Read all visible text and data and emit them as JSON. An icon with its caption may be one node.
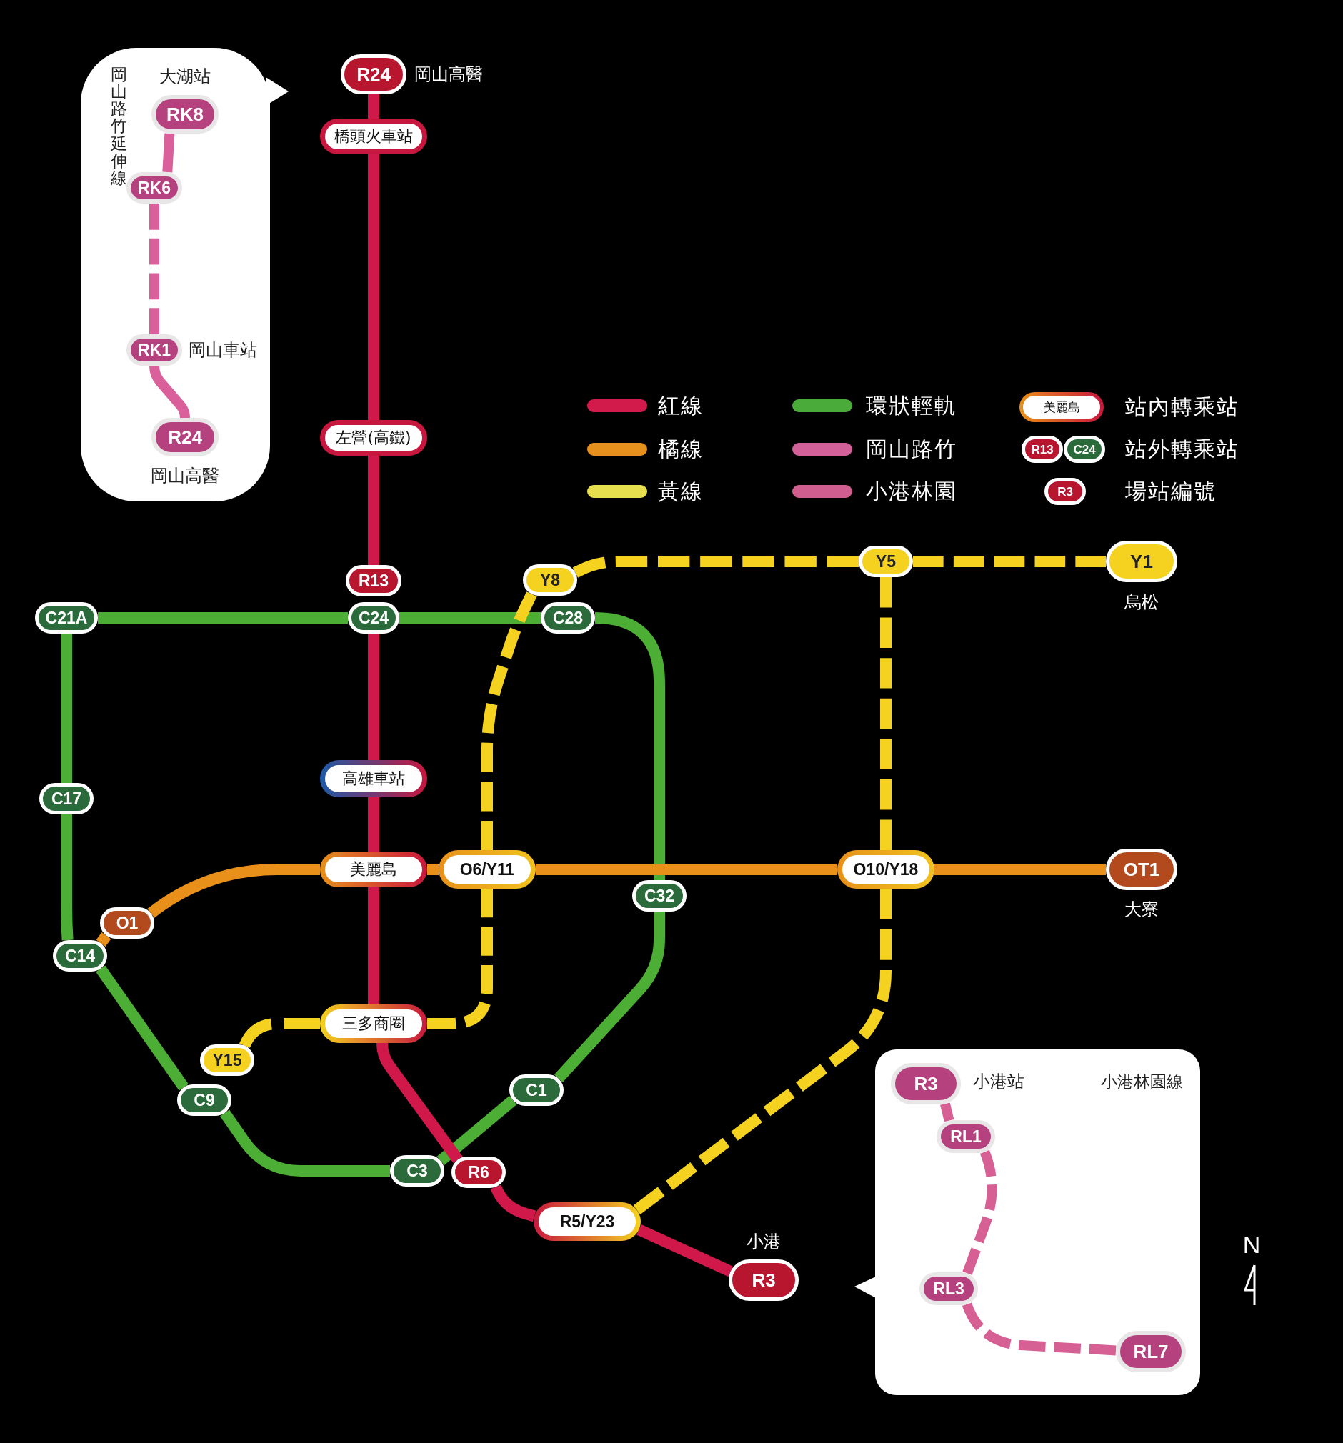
{
  "diagram": {
    "nodes": [
      {
        "text": [
          "岡山路竹延伸線"
        ]
      },
      {
        "text": [
          "RK8"
        ],
        "in": 0,
        "beside": [
          "大湖站"
        ]
      },
      {
        "text": [
          "RK6"
        ],
        "in": 0
      },
      {
        "text": [
          "RK1"
        ],
        "in": 0,
        "beside": [
          "岡山車站"
        ]
      },
      {
        "text": [
          "R24"
        ],
        "in": 0,
        "beside": [
          "岡山高醫"
        ]
      },
      {
        "text": [
          "R24"
        ],
        "beside": [
          "岡山高醫"
        ]
      },
      {
        "text": [
          "橋頭火車站"
        ]
      },
      {
        "text": [
          "左營(高鐵)"
        ]
      },
      {
        "text": [
          "Y5"
        ]
      },
      {
        "text": [
          "Y1"
        ],
        "beside": [
          "烏松"
        ]
      },
      {
        "text": [
          "Y8"
        ]
      },
      {
        "text": [
          "R13"
        ]
      },
      {
        "text": [
          "C21A"
        ]
      },
      {
        "text": [
          "C24"
        ]
      },
      {
        "text": [
          "C28"
        ]
      },
      {
        "text": [
          "C17"
        ]
      },
      {
        "text": [
          "高雄車站"
        ]
      },
      {
        "text": [
          "美麗島"
        ]
      },
      {
        "text": [
          "O6/Y11"
        ]
      },
      {
        "text": [
          "O10/Y18"
        ]
      },
      {
        "text": [
          "OT1"
        ],
        "beside": [
          "大寮"
        ]
      },
      {
        "text": [
          "C32"
        ]
      },
      {
        "text": [
          "O1"
        ]
      },
      {
        "text": [
          "C14"
        ]
      },
      {
        "text": [
          "三多商圈"
        ]
      },
      {
        "text": [
          "Y15"
        ]
      },
      {
        "text": [
          "C9"
        ]
      },
      {
        "text": [
          "C1"
        ]
      },
      {
        "text": [
          "C3"
        ]
      },
      {
        "text": [
          "R6"
        ]
      },
      {
        "text": [
          "R5/Y23"
        ]
      },
      {
        "text": [
          "R3"
        ],
        "beside": [
          "小港"
        ]
      },
      {
        "text": [
          "小港林園線"
        ]
      },
      {
        "text": [
          "R3"
        ],
        "in": 32,
        "beside": [
          "小港站"
        ]
      },
      {
        "text": [
          "RL1"
        ],
        "in": 32
      },
      {
        "text": [
          "RL3"
        ],
        "in": 32
      },
      {
        "text": [
          "RL7"
        ],
        "in": 32
      }
    ],
    "edges": [
      {
        "from": 5,
        "to": 6,
        "arrow": "none",
        "color": "#d0184a"
      },
      {
        "from": 6,
        "to": 7,
        "arrow": "none",
        "color": "#d0184a"
      },
      {
        "from": 7,
        "to": 11,
        "arrow": "none",
        "color": "#d0184a"
      },
      {
        "from": 13,
        "to": 16,
        "arrow": "none",
        "color": "#d0184a"
      },
      {
        "from": 16,
        "to": 17,
        "arrow": "none",
        "color": "#d0184a"
      },
      {
        "from": 17,
        "to": 24,
        "arrow": "none",
        "color": "#d0184a"
      },
      {
        "from": 24,
        "to": 29,
        "arrow": "none",
        "color": "#d0184a"
      },
      {
        "from": 29,
        "to": 30,
        "arrow": "none",
        "color": "#d0184a"
      },
      {
        "from": 30,
        "to": 31,
        "arrow": "none",
        "color": "#d0184a"
      },
      {
        "from": 12,
        "to": 13,
        "arrow": "none",
        "color": "#4dae35"
      },
      {
        "from": 13,
        "to": 14,
        "arrow": "none",
        "color": "#4dae35"
      },
      {
        "from": 14,
        "to": 21,
        "arrow": "none",
        "color": "#4dae35"
      },
      {
        "from": 21,
        "to": 27,
        "arrow": "none",
        "color": "#4dae35"
      },
      {
        "from": 27,
        "to": 28,
        "arrow": "none",
        "color": "#4dae35"
      },
      {
        "from": 28,
        "to": 26,
        "arrow": "none",
        "color": "#4dae35"
      },
      {
        "from": 26,
        "to": 23,
        "arrow": "none",
        "color": "#4dae35"
      },
      {
        "from": 23,
        "to": 15,
        "arrow": "none",
        "color": "#4dae35"
      },
      {
        "from": 15,
        "to": 12,
        "arrow": "none",
        "color": "#4dae35"
      },
      {
        "from": 22,
        "to": 23,
        "arrow": "none",
        "color": "#e8901a"
      },
      {
        "from": 22,
        "to": 17,
        "arrow": "none",
        "color": "#e8901a"
      },
      {
        "from": 17,
        "to": 18,
        "arrow": "none",
        "color": "#e8901a"
      },
      {
        "from": 18,
        "to": 19,
        "arrow": "none",
        "color": "#e8901a"
      },
      {
        "from": 19,
        "to": 20,
        "arrow": "none",
        "color": "#e8901a"
      },
      {
        "from": 9,
        "to": 8,
        "arrow": "none",
        "style": "dashed",
        "color": "#f4d21f"
      },
      {
        "from": 8,
        "to": 10,
        "arrow": "none",
        "style": "dashed",
        "color": "#f4d21f"
      },
      {
        "from": 10,
        "to": 18,
        "arrow": "none",
        "style": "dashed",
        "color": "#f4d21f"
      },
      {
        "from": 18,
        "to": 24,
        "arrow": "none",
        "style": "dashed",
        "color": "#f4d21f"
      },
      {
        "from": 24,
        "to": 25,
        "arrow": "none",
        "style": "dashed",
        "color": "#f4d21f"
      },
      {
        "from": 8,
        "to": 19,
        "arrow": "none",
        "style": "dashed",
        "color": "#f4d21f"
      },
      {
        "from": 19,
        "to": 30,
        "arrow": "none",
        "style": "dashed",
        "color": "#f4d21f"
      },
      {
        "from": 1,
        "to": 2,
        "arrow": "none",
        "style": "dashed",
        "color": "#d9609a"
      },
      {
        "from": 2,
        "to": 3,
        "arrow": "none",
        "style": "dashed",
        "color": "#d9609a"
      },
      {
        "from": 3,
        "to": 4,
        "arrow": "none",
        "color": "#d9609a"
      },
      {
        "from": 33,
        "to": 34,
        "arrow": "none",
        "color": "#d65f94"
      },
      {
        "from": 34,
        "to": 35,
        "arrow": "none",
        "style": "dashed",
        "color": "#d65f94"
      },
      {
        "from": 35,
        "to": 36,
        "arrow": "none",
        "style": "dashed",
        "color": "#d65f94"
      }
    ],
    "labels": [
      "美麗島",
      "R13",
      "C24",
      "R3",
      "N"
    ],
    "legend": [
      {
        "text": "紅線",
        "color": "#d21a4b"
      },
      {
        "text": "橘線",
        "color": "#e8901e"
      },
      {
        "text": "黃線",
        "color": "#e6de4e"
      },
      {
        "text": "環狀輕軌",
        "color": "#4aab3a"
      },
      {
        "text": "岡山路竹",
        "color": "#d4609a"
      },
      {
        "text": "小港林園",
        "color": "#d05f8f"
      },
      {
        "text": "站內轉乘站"
      },
      {
        "text": "站外轉乘站"
      },
      {
        "text": "場站編號"
      }
    ]
  }
}
